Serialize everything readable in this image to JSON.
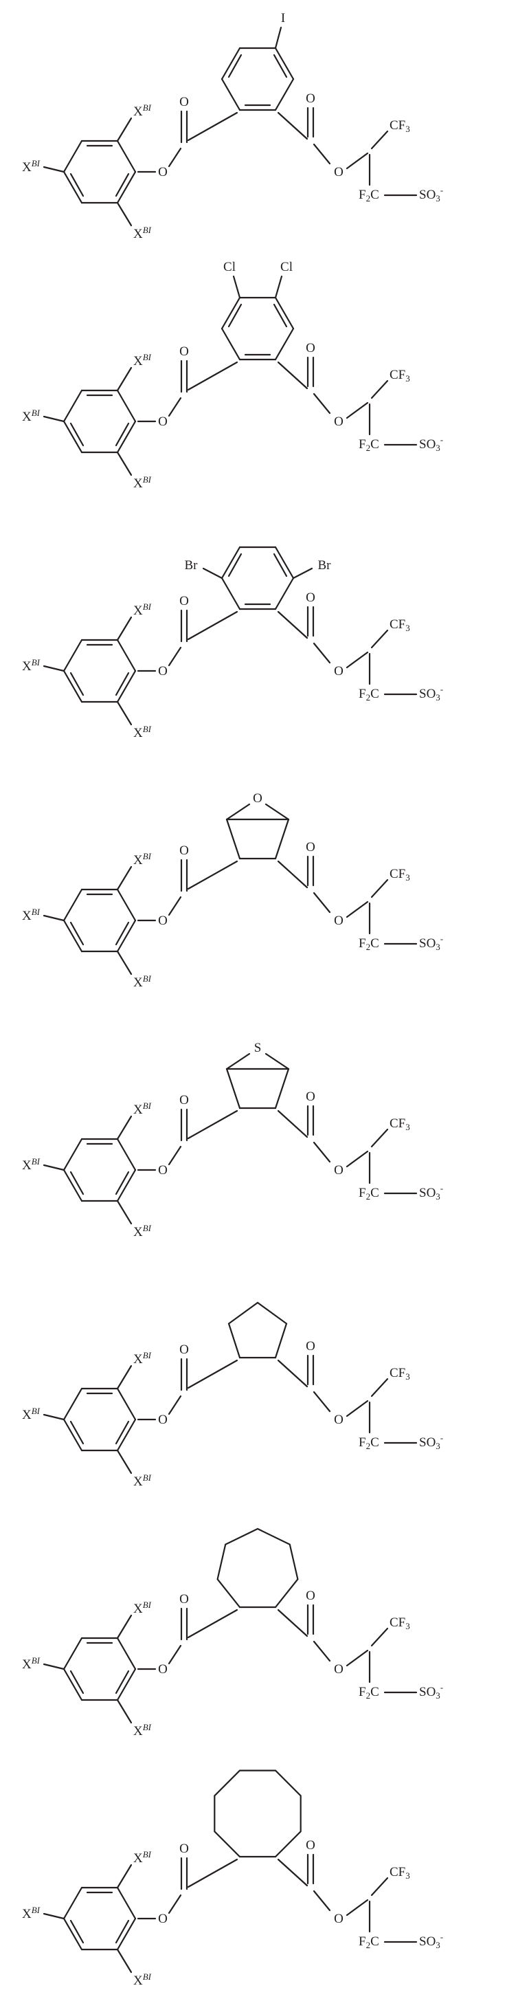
{
  "figure": {
    "type": "chemical-structure-figures",
    "background_color": "#ffffff",
    "bond_color": "#231f20",
    "description": "Eight ester-linked fluoroalkyl sulfonate chemical structures with trisubstituted aryloxy groups"
  },
  "labels": {
    "x": {
      "base": "X",
      "sup": "BI"
    },
    "o": "O",
    "cf3": {
      "main": "CF",
      "sub": "3"
    },
    "f2c": {
      "f": "F",
      "sub": "2",
      "c": "C"
    },
    "so3": {
      "main": "SO",
      "sub": "3",
      "charge": "-"
    }
  },
  "structures": [
    {
      "central_ring": "benzene",
      "substituents": [
        "I"
      ]
    },
    {
      "central_ring": "benzene",
      "substituents": [
        "Cl",
        "Cl"
      ]
    },
    {
      "central_ring": "benzene",
      "substituents": [
        "Br",
        "Br"
      ]
    },
    {
      "central_ring": "bicycloheptane",
      "bridge": "O"
    },
    {
      "central_ring": "bicycloheptane",
      "bridge": "S"
    },
    {
      "central_ring": "cyclopentane"
    },
    {
      "central_ring": "cycloheptane"
    },
    {
      "central_ring": "cyclooctane"
    }
  ]
}
